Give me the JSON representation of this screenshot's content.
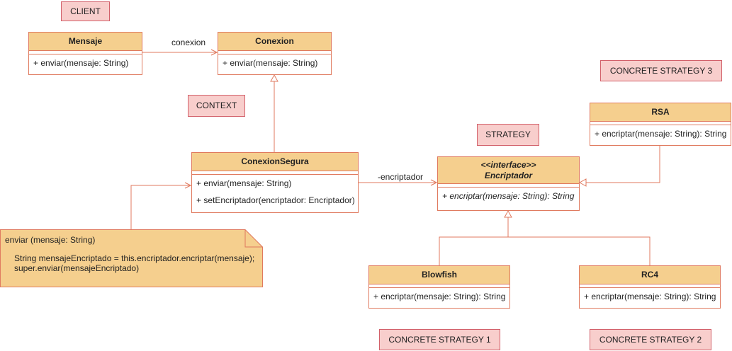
{
  "colors": {
    "stroke": "#e07a5f",
    "class_fill": "#f5cf8e",
    "tag_fill": "#f8cecc",
    "tag_border": "#d2606a"
  },
  "tags": {
    "client": "CLIENT",
    "context": "CONTEXT",
    "strategy": "STRATEGY",
    "concrete3": "CONCRETE STRATEGY 3",
    "concrete1": "CONCRETE STRATEGY 1",
    "concrete2": "CONCRETE STRATEGY 2"
  },
  "classes": {
    "mensaje": {
      "name": "Mensaje",
      "op1": "+ enviar(mensaje: String)"
    },
    "conexion": {
      "name": "Conexion",
      "op1": "+ enviar(mensaje: String)"
    },
    "conexion_segura": {
      "name": "ConexionSegura",
      "op1": "+ enviar(mensaje: String)",
      "op2": "+ setEncriptador(encriptador: Encriptador)"
    },
    "encriptador": {
      "stereotype": "<<interface>>",
      "name": "Encriptador",
      "op1": "+ encriptar(mensaje: String): String"
    },
    "rsa": {
      "name": "RSA",
      "op1": "+ encriptar(mensaje: String): String"
    },
    "blowfish": {
      "name": "Blowfish",
      "op1": "+ encriptar(mensaje: String): String"
    },
    "rc4": {
      "name": "RC4",
      "op1": "+ encriptar(mensaje: String): String"
    }
  },
  "edges": {
    "conexion_label": "conexion",
    "encriptador_label": "-encriptador"
  },
  "note": {
    "line1": "enviar (mensaje: String)",
    "line2": "String mensajeEncriptado = this.encriptador.encriptar(mensaje);",
    "line3": "super.enviar(mensajeEncriptado)"
  }
}
